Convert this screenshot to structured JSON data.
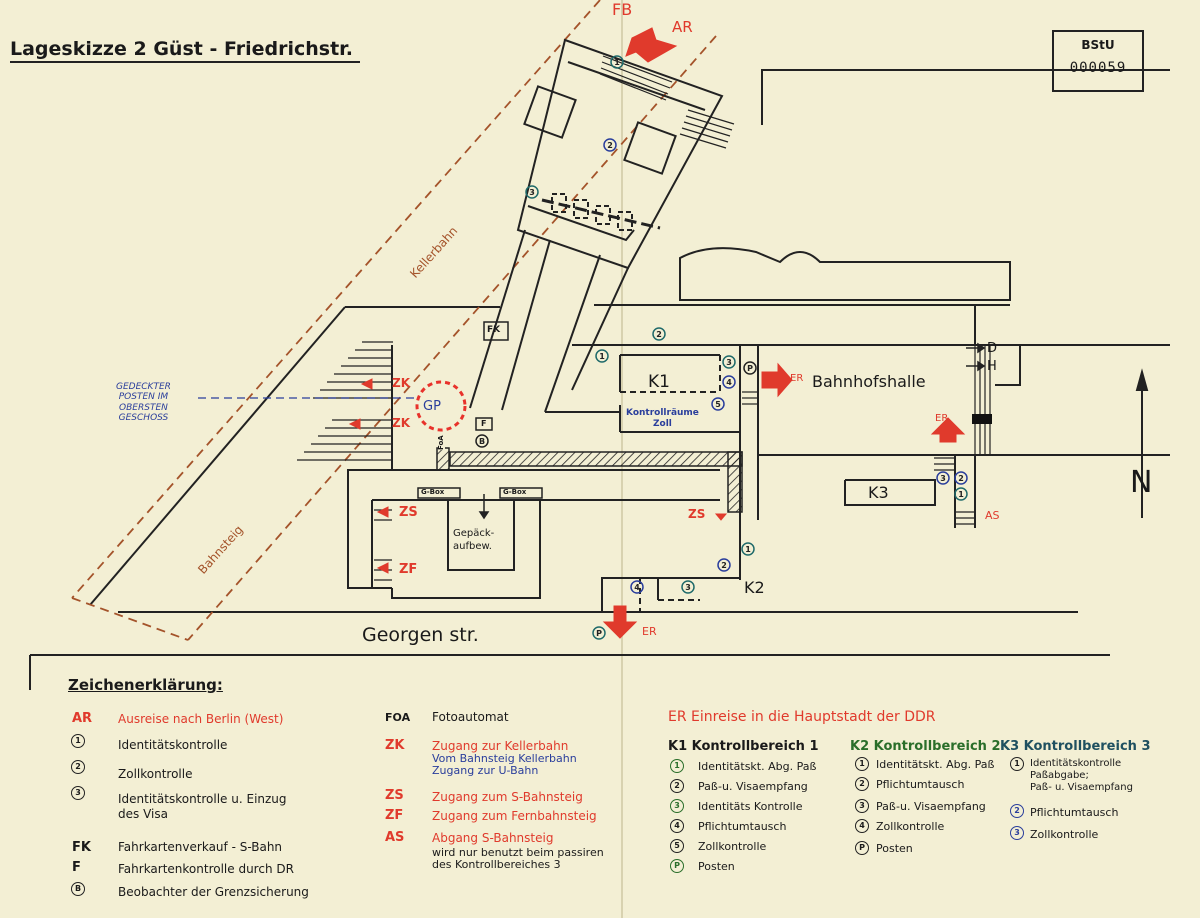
{
  "title": "Lageskizze 2   Güst - Friedrichstr.",
  "stamp": {
    "line1": "BStU",
    "line2": "000059"
  },
  "top_mark": "FB",
  "map_labels": {
    "ar_top": "AR",
    "bahnhofshalle": "Bahnhofshalle",
    "georgenstr": "Georgen str.",
    "kellerbahn": "Kellerbahn",
    "bahnsteig": "Bahnsteig",
    "fk": "FK",
    "f": "F",
    "foa": "FoA",
    "gp": "GP",
    "zk1": "ZK",
    "zk2": "ZK",
    "zs_left": "ZS",
    "zs_right": "ZS",
    "zf": "ZF",
    "gbox1": "G-Box",
    "gbox2": "G-Box",
    "gepaeck": "Gepäck-\naufbew.",
    "k1": "K1",
    "k2": "K2",
    "k3": "K3",
    "kontrollraeume": "Kontrollräume\nZoll",
    "er_hall": "ER",
    "er_bottom": "ER",
    "er_right": "ER",
    "as": "AS",
    "d": "D",
    "h": "H",
    "north": "N",
    "gedeckter": "GEDECKTER\nPOSTEN IM\nOBERSTEN\nGESCHOSS"
  },
  "legend": {
    "heading": "Zeichenerklärung:",
    "col1": [
      {
        "abbr": "AR",
        "text": "Ausreise nach Berlin (West)",
        "color": "#e03a2c"
      },
      {
        "sym": "1",
        "text": "Identitätskontrolle"
      },
      {
        "sym": "2",
        "text": "Zollkontrolle"
      },
      {
        "sym": "3",
        "text": "Identitätskontrolle u. Einzug\ndes Visa"
      },
      {
        "abbr": "FK",
        "text": "Fahrkartenverkauf - S-Bahn"
      },
      {
        "abbr": "F",
        "text": "Fahrkartenkontrolle durch DR"
      },
      {
        "sym": "B",
        "text": "Beobachter der Grenzsicherung"
      }
    ],
    "col2": [
      {
        "abbr": "FOA",
        "text": "Fotoautomat"
      },
      {
        "abbr": "ZK",
        "text": "Zugang zur Kellerbahn",
        "color": "#e03a2c"
      },
      {
        "text": "Vom Bahnsteig Kellerbahn\nZugang zur U-Bahn",
        "color": "#2a3e9c"
      },
      {
        "abbr": "ZS",
        "text": "Zugang zum S-Bahnsteig",
        "color": "#e03a2c"
      },
      {
        "abbr": "ZF",
        "text": "Zugang zum Fernbahnsteig",
        "color": "#e03a2c"
      },
      {
        "abbr": "AS",
        "text": "Abgang S-Bahnsteig",
        "color": "#e03a2c"
      },
      {
        "text": "wird nur benutzt beim passiren\ndes Kontrollbereiches 3"
      }
    ],
    "er_title": "ER  Einreise in die Hauptstadt der DDR",
    "k1": {
      "title": "K1  Kontrollbereich 1",
      "items": [
        {
          "sym": "1",
          "text": "Identitätskt. Abg. Paß"
        },
        {
          "sym": "2",
          "text": "Paß-u. Visaempfang"
        },
        {
          "sym": "3",
          "text": "Identitäts Kontrolle"
        },
        {
          "sym": "4",
          "text": "Pflichtumtausch"
        },
        {
          "sym": "5",
          "text": "Zollkontrolle"
        },
        {
          "sym": "P",
          "text": "Posten"
        }
      ]
    },
    "k2": {
      "title": "K2  Kontrollbereich 2",
      "items": [
        {
          "sym": "1",
          "text": "Identitätskt. Abg. Paß"
        },
        {
          "sym": "2",
          "text": "Pflichtumtausch"
        },
        {
          "sym": "3",
          "text": "Paß-u. Visaempfang"
        },
        {
          "sym": "4",
          "text": "Zollkontrolle"
        },
        {
          "sym": "P",
          "text": "Posten"
        }
      ]
    },
    "k3": {
      "title": "K3  Kontrollbereich 3",
      "items": [
        {
          "sym": "1",
          "text": "Identitätskontrolle\nPaßabgabe;\nPaß- u. Visaempfang"
        },
        {
          "sym": "2",
          "text": "Pflichtumtausch"
        },
        {
          "sym": "3",
          "text": "Zollkontrolle"
        }
      ]
    }
  }
}
